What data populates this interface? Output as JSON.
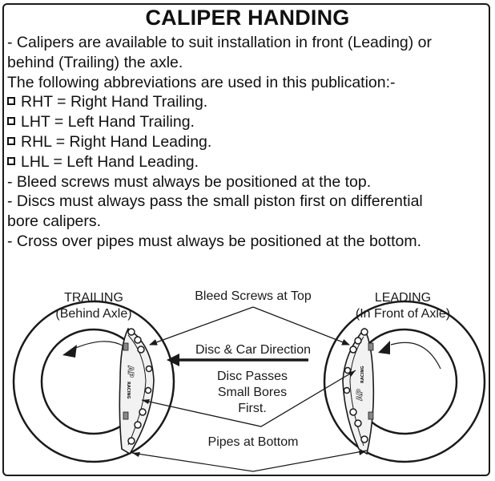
{
  "title": "CALIPER HANDING",
  "intro": [
    "- Calipers are available to suit installation in front (Leading) or",
    "behind (Trailing) the axle.",
    "The following abbreviations are used in this publication:-"
  ],
  "abbreviations": [
    "RHT = Right Hand Trailing.",
    "LHT = Left Hand Trailing.",
    "RHL = Right Hand Leading.",
    "LHL = Left Hand Leading."
  ],
  "rules": [
    "- Bleed screws must always be positioned at the top.",
    "- Discs must always pass the small piston first on differential",
    "bore calipers.",
    "- Cross over pipes must always be positioned at the bottom."
  ],
  "diagram": {
    "trailing": {
      "label": "TRAILING",
      "sublabel": "(Behind Axle)"
    },
    "leading": {
      "label": "LEADING",
      "sublabel": "(In Front of Axle)"
    },
    "bleed_label": "Bleed Screws at Top",
    "direction_label": "Disc & Car Direction",
    "small_bores_label": [
      "Disc Passes",
      "Small Bores",
      "First."
    ],
    "pipes_label": "Pipes at Bottom",
    "caliper_brand": "AP RACING"
  }
}
